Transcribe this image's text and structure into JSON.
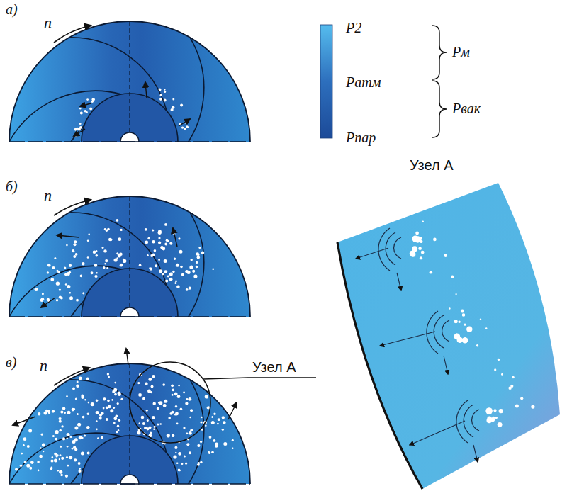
{
  "diagram": {
    "labels": [
      "а)",
      "n",
      "P2",
      "Pатм",
      "Pпар",
      "Pм",
      "Pвак",
      "б)",
      "n",
      "Узел А",
      "в)",
      "n",
      "Узел А"
    ]
  }
}
